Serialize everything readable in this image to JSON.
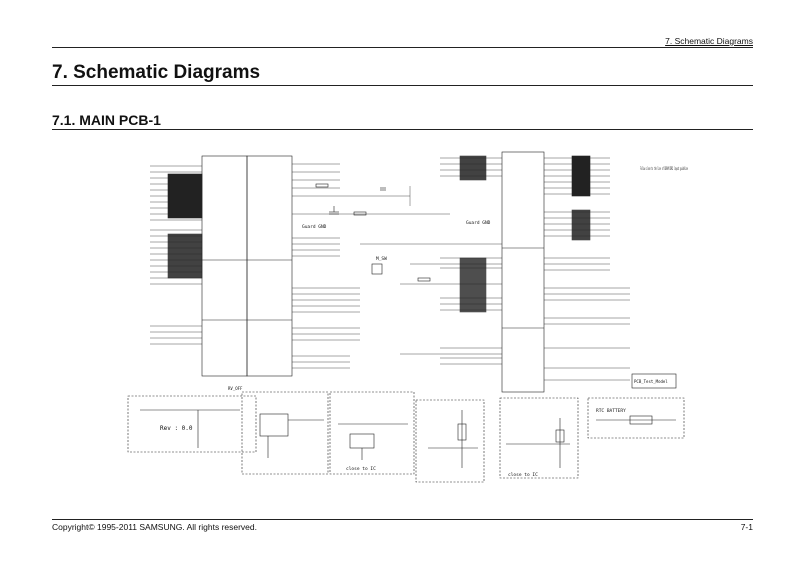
{
  "header": {
    "running_head": "7.  Schematic Diagrams"
  },
  "chapter": {
    "title": "7.  Schematic Diagrams"
  },
  "section": {
    "title": "7.1.   MAIN PCB-1"
  },
  "schematic": {
    "annotations": {
      "gnd_note_1": "Guard GND",
      "gnd_note_2": "Guard GND",
      "layout_note": "Follow close to the line of SDRAM DDR2 layout guideline",
      "rev_label": "Rev : 0.0",
      "rtc_battery": "RTC BATTERY",
      "close_to_ic_1": "close to IC",
      "close_to_ic_2": "close to IC",
      "pcb_label": "PCB_Test_Model",
      "ref_off": "RV_OFF",
      "m_sw": "M_SW"
    }
  },
  "footer": {
    "copyright": "Copyright© 1995-2011 SAMSUNG. All rights reserved.",
    "page_number": "7-1"
  }
}
